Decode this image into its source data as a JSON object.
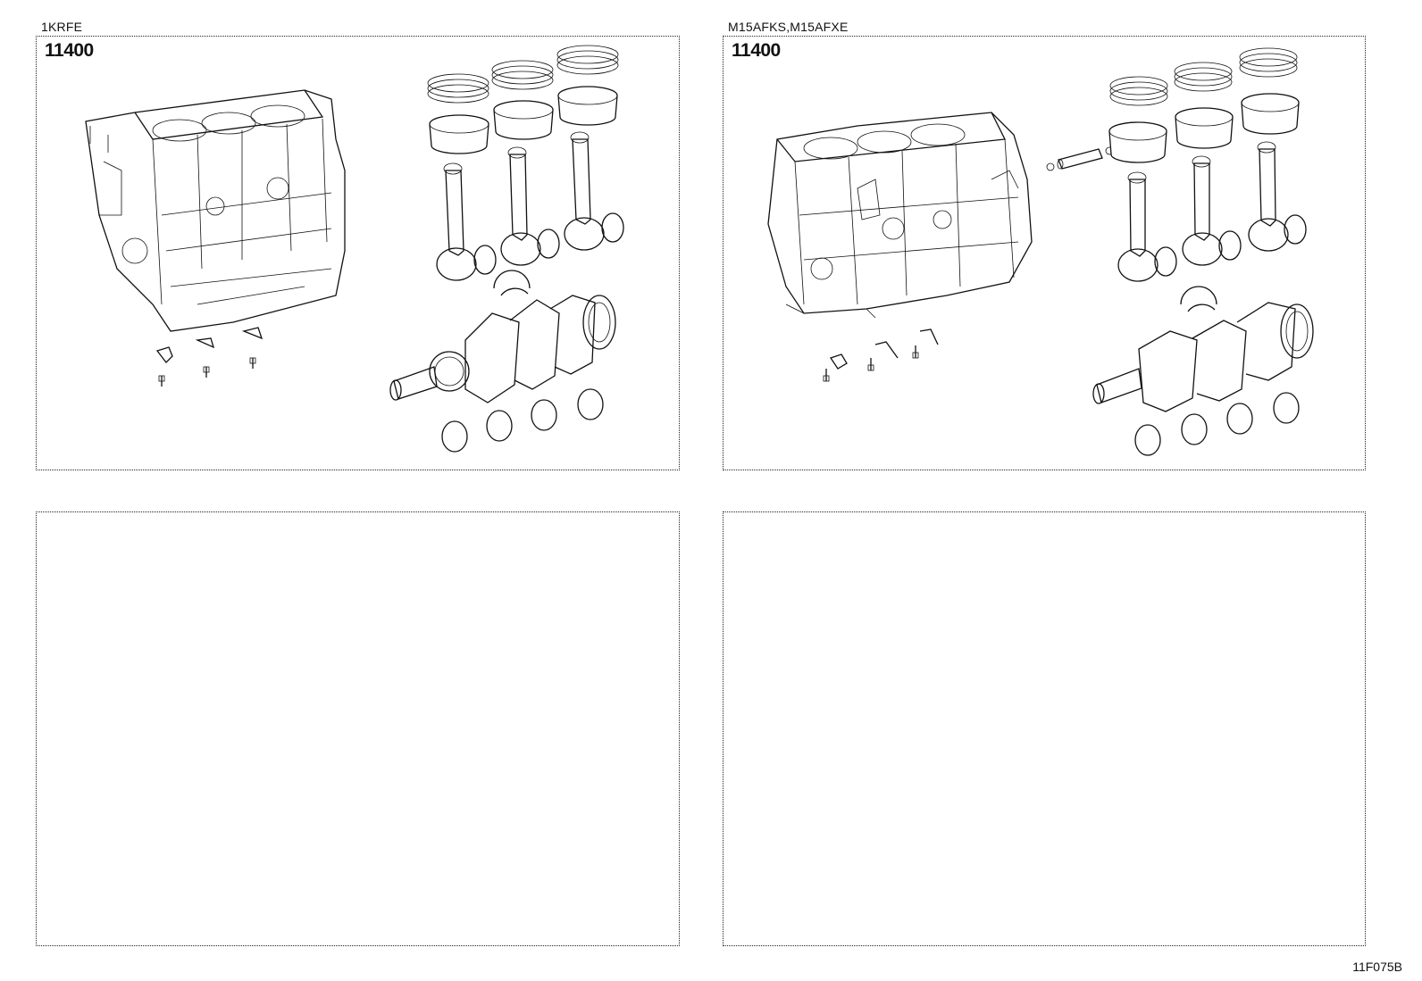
{
  "panels": [
    {
      "engine": "1KRFE",
      "code": "11400"
    },
    {
      "engine": "M15AFKS,M15AFXE",
      "code": "11400"
    },
    {
      "engine": "",
      "code": ""
    },
    {
      "engine": "",
      "code": ""
    }
  ],
  "illustration_id": "11F075B"
}
